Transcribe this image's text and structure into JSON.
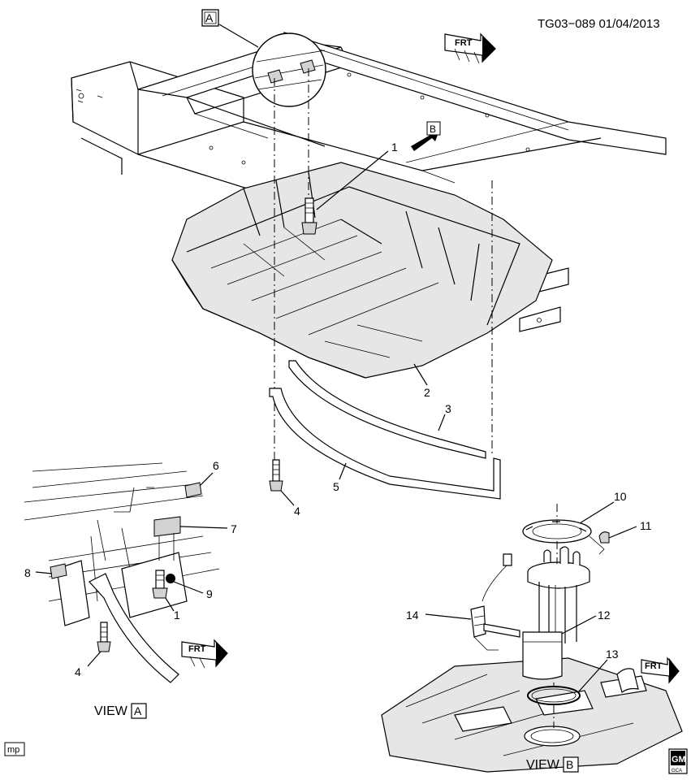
{
  "header": {
    "figure_code": "TG03−089  01/04/2013"
  },
  "views": {
    "view_a_caption": "VIEW",
    "view_a_letter": "A",
    "view_b_caption": "VIEW",
    "view_b_letter": "B",
    "callout_a_letter": "A",
    "callout_b_letter": "B"
  },
  "direction": {
    "frt_label": "FRT"
  },
  "callouts": {
    "c1": "1",
    "c2": "2",
    "c3": "3",
    "c4": "4",
    "c5": "5",
    "c6": "6",
    "c7": "7",
    "c8": "8",
    "c9": "9",
    "c10": "10",
    "c11": "11",
    "c12": "12",
    "c13": "13",
    "c14": "14",
    "c1_view": "1",
    "c4_view": "4"
  },
  "footer": {
    "mp_tag": "mp",
    "gm_top": "GM",
    "gm_bottom": "GCA"
  },
  "colors": {
    "ink": "#000000",
    "paper": "#ffffff",
    "shade_light": "#e6e6e6",
    "shade_dark": "#d2d2d2"
  }
}
